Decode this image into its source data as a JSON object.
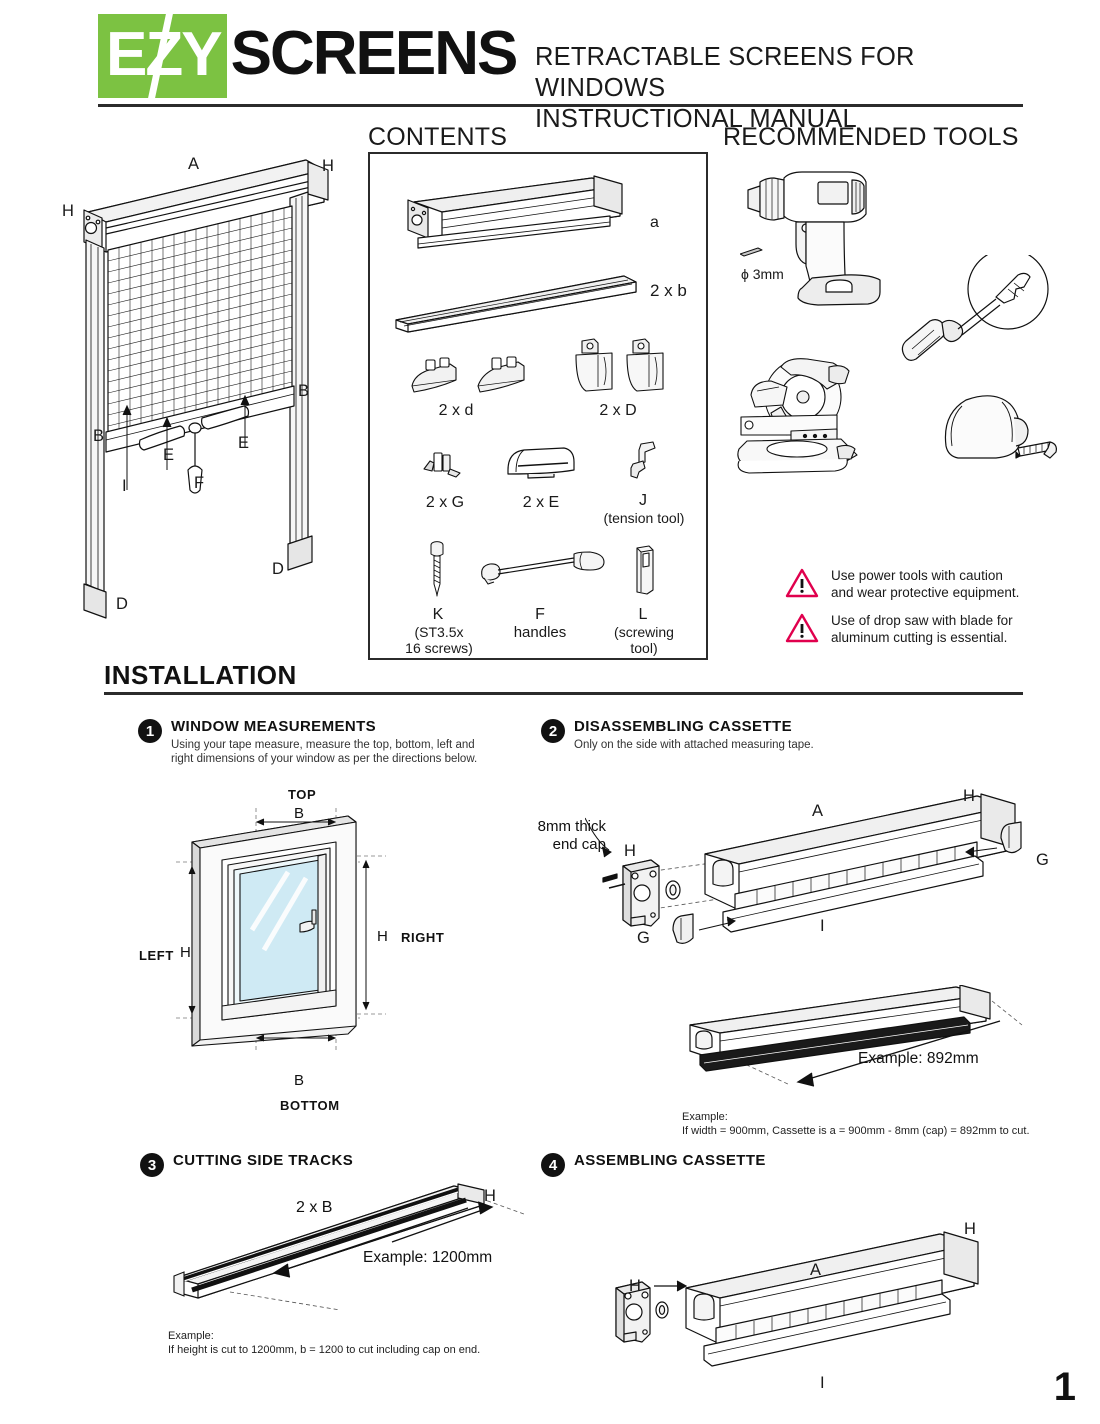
{
  "header": {
    "logo_mark": "EZY",
    "logo_word": "SCREENS",
    "title_line1": "RETRACTABLE SCREENS FOR WINDOWS",
    "title_line2": "INSTRUCTIONAL MANUAL",
    "brand_green": "#7cc242"
  },
  "hero": {
    "labels": {
      "a_top": "A",
      "h_left": "H",
      "h_right": "H",
      "b_left": "B",
      "b_right": "B",
      "d_left": "D",
      "d_right": "D",
      "e_left": "E",
      "e_right": "E",
      "f": "F",
      "i": "I"
    }
  },
  "contents": {
    "heading": "CONTENTS",
    "items": [
      {
        "name": "cassette",
        "label": "a"
      },
      {
        "name": "side-track",
        "label": "2 x b"
      },
      {
        "name": "bottom-cap-small",
        "label": "2 x d"
      },
      {
        "name": "bracket",
        "label": "2 x D"
      },
      {
        "name": "guide-clip",
        "label": "2 x G"
      },
      {
        "name": "end-cap-cover",
        "label": "2 x E"
      },
      {
        "name": "tension-tool",
        "label": "J",
        "sub": "(tension tool)"
      },
      {
        "name": "screw",
        "label": "K",
        "sub": "(ST3.5x\n16 screws)"
      },
      {
        "name": "handle",
        "label": "F",
        "sub": "handles"
      },
      {
        "name": "screwing-tool",
        "label": "L",
        "sub": "(screwing\ntool)"
      }
    ],
    "screw_label": "K",
    "screw_sub_line1": "(ST3.5x",
    "screw_sub_line2": "16 screws)",
    "handle_label": "F",
    "handle_sub": "handles",
    "tension_label": "J",
    "tension_sub": "(tension tool)",
    "screwing_label": "L",
    "screwing_sub_line1": "(screwing",
    "screwing_sub_line2": "tool)"
  },
  "tools": {
    "heading": "RECOMMENDED TOOLS",
    "drill_bit_label": "ϕ 3mm",
    "warning_color": "#e0004d",
    "warnings": [
      {
        "line1": "Use power tools with caution",
        "line2": "and wear protective equipment."
      },
      {
        "line1": "Use of drop saw with blade for",
        "line2": "aluminum cutting is essential."
      }
    ]
  },
  "installation": {
    "heading": "INSTALLATION",
    "steps": [
      {
        "number": "1",
        "title": "WINDOW MEASUREMENTS",
        "sub_line1": "Using your tape measure, measure the top, bottom, left and",
        "sub_line2": "right dimensions of your window as per the directions below."
      },
      {
        "number": "2",
        "title": "DISASSEMBLING CASSETTE",
        "sub_line1": "Only on the side with attached measuring tape.",
        "sub_line2": ""
      },
      {
        "number": "3",
        "title": "CUTTING SIDE TRACKS",
        "sub_line1": "",
        "sub_line2": ""
      },
      {
        "number": "4",
        "title": "ASSEMBLING CASSETTE",
        "sub_line1": "",
        "sub_line2": ""
      }
    ]
  },
  "step1": {
    "top": "TOP",
    "bottom": "BOTTOM",
    "left": "LEFT",
    "right": "RIGHT",
    "b_top": "B",
    "b_bottom": "B",
    "h_left": "H",
    "h_right": "H"
  },
  "step2": {
    "end_cap_line1": "8mm thick",
    "end_cap_line2": "end cap",
    "label_h_top": "H",
    "label_h_right": "H",
    "label_a": "A",
    "label_i": "I",
    "label_g_left": "G",
    "label_g_right": "G",
    "example_dim": "Example: 892mm",
    "note_line1": "Example:",
    "note_line2": "If width = 900mm, Cassette is a = 900mm - 8mm (cap) = 892mm to cut."
  },
  "step3": {
    "quantity": "2 x B",
    "label_h": "H",
    "example_dim": "Example: 1200mm",
    "note_line1": "Example:",
    "note_line2": "If height is cut to 1200mm, b = 1200 to cut including cap on end."
  },
  "step4": {
    "label_h_left": "H",
    "label_h_right": "H",
    "label_a": "A",
    "label_i": "I"
  },
  "page_number": "1"
}
